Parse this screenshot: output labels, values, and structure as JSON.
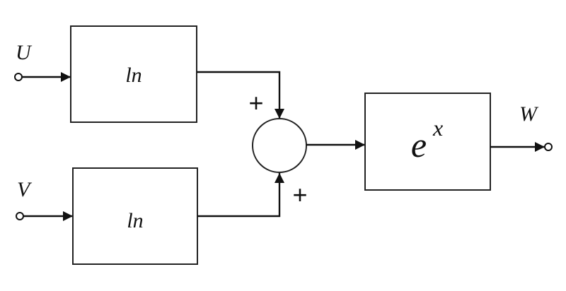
{
  "inputs": {
    "u_label": "U",
    "v_label": "V"
  },
  "output": {
    "w_label": "W"
  },
  "blocks": {
    "top_ln": "ln",
    "bottom_ln": "ln",
    "exp_base": "e",
    "exp_power": "x"
  },
  "summing_junction": {
    "top_sign": "+",
    "bottom_sign": "+"
  },
  "colors": {
    "stroke": "#111111",
    "background": "#ffffff"
  }
}
